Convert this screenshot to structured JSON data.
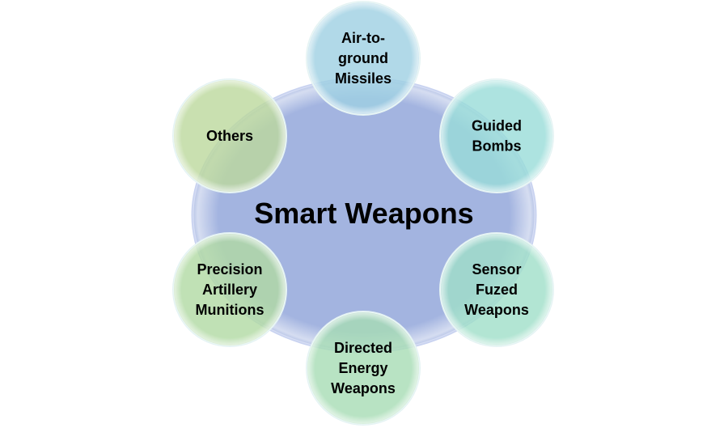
{
  "center": {
    "label": "Smart Weapons",
    "color": "#a3b4e0"
  },
  "nodes": [
    {
      "lines": [
        "Air-to-",
        "ground",
        "Missiles"
      ],
      "color": "#9dcfe2"
    },
    {
      "lines": [
        "Guided",
        "Bombs"
      ],
      "color": "#98dcd8"
    },
    {
      "lines": [
        "Sensor",
        "Fuzed",
        "Weapons"
      ],
      "color": "#9fdfc8"
    },
    {
      "lines": [
        "Directed",
        "Energy",
        "Weapons"
      ],
      "color": "#a6dcb4"
    },
    {
      "lines": [
        "Precision",
        "Artillery",
        "Munitions"
      ],
      "color": "#b0d9a2"
    },
    {
      "lines": [
        "Others"
      ],
      "color": "#bcd89c"
    }
  ]
}
